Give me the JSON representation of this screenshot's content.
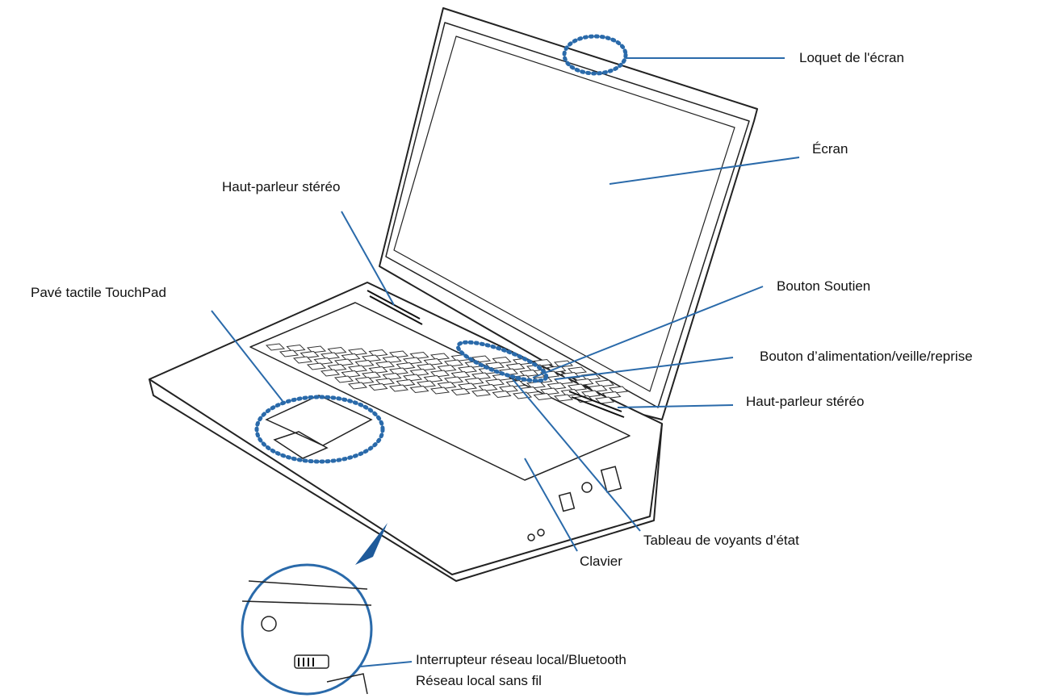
{
  "colors": {
    "leader": "#2a6aaa",
    "outline": "#222222",
    "background": "#ffffff"
  },
  "labels": {
    "screen_latch": "Loquet de l'écran",
    "screen": "Écran",
    "stereo_speaker_left": "Haut-parleur stéréo",
    "touchpad": "Pavé tactile TouchPad",
    "support_button": "Bouton Soutien",
    "power_button": "Bouton d’alimentation/veille/reprise",
    "stereo_speaker_right": "Haut-parleur stéréo",
    "status_panel": "Tableau de voyants d’état",
    "keyboard": "Clavier",
    "lan_bt_switch": "Interrupteur réseau local/Bluetooth",
    "wireless_lan": "Réseau local sans fil"
  }
}
